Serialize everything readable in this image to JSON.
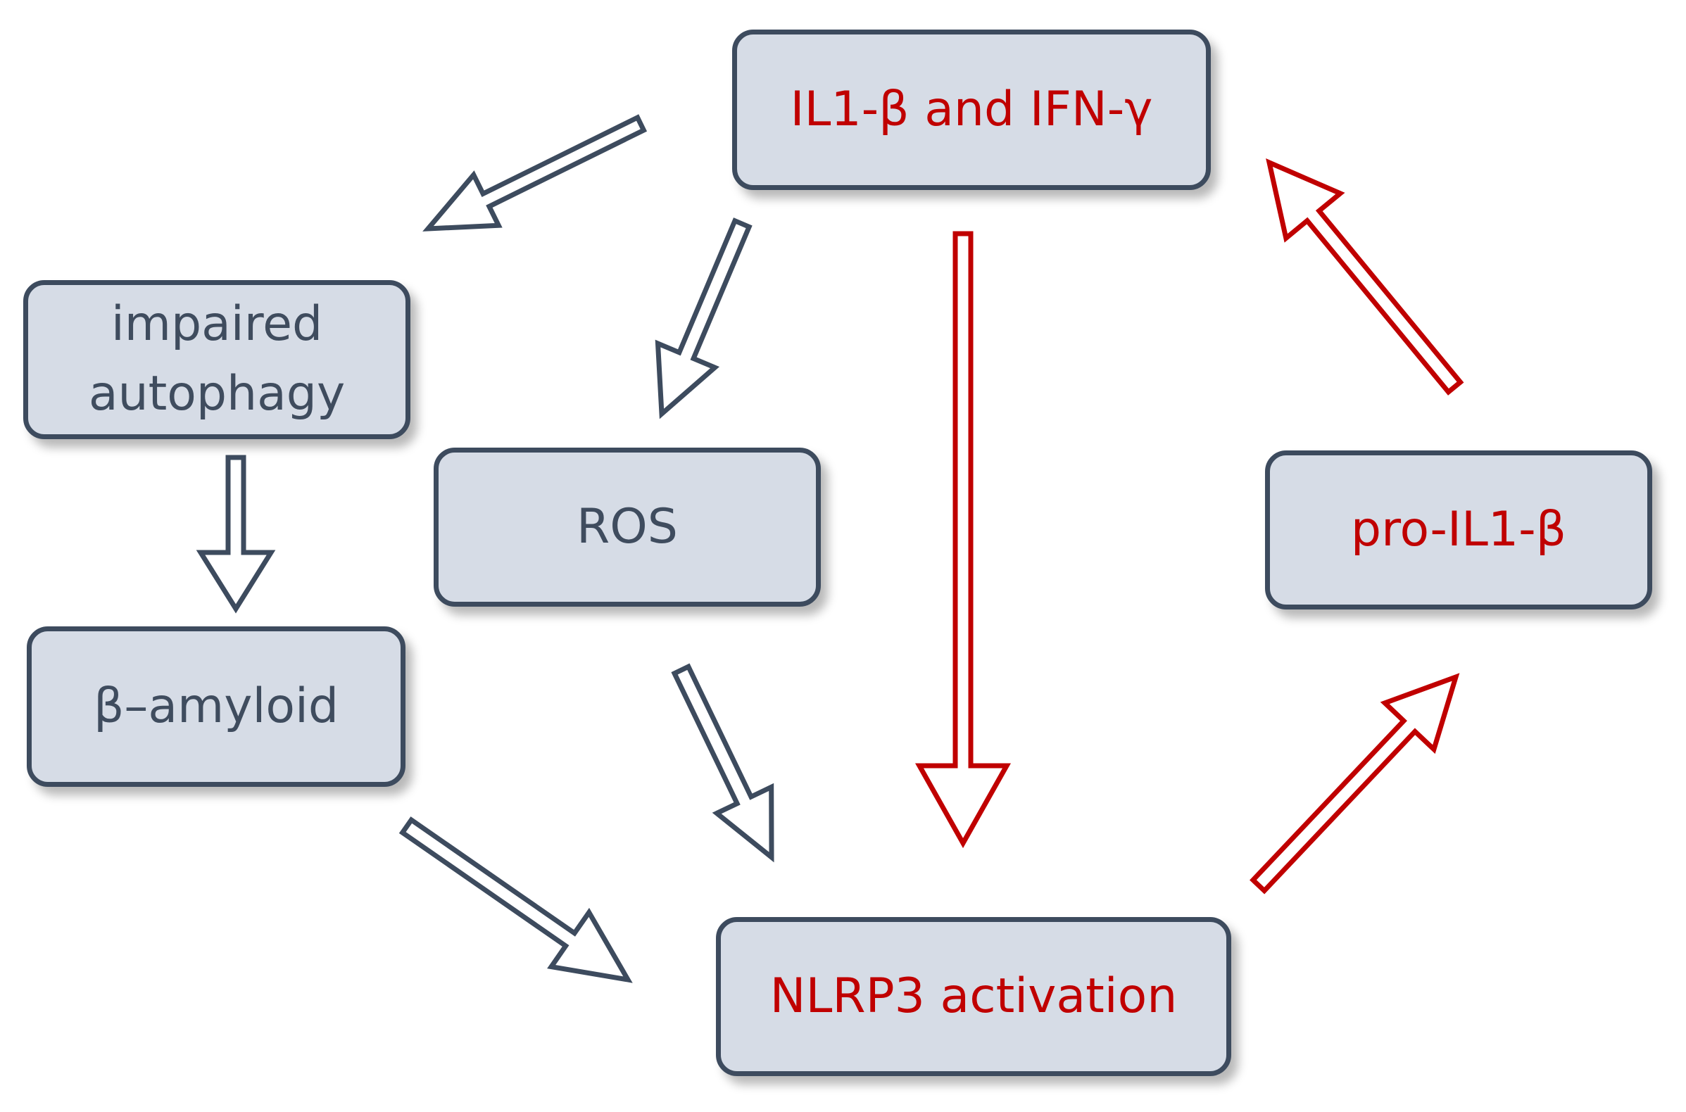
{
  "colors": {
    "box_fill": "#d6dce6",
    "box_border": "#3d4b5e",
    "dark_text": "#3f4c5e",
    "red_text": "#c00000",
    "dark_arrow": "#3d4b5e",
    "red_arrow": "#c00000"
  },
  "nodes": {
    "il1_ifn": "IL1-β and IFN-γ",
    "impaired_autophagy": "impaired\nautophagy",
    "ros": "ROS",
    "beta_amyloid": "β–amyloid",
    "nlrp3_activation": "NLRP3 activation",
    "pro_il1": "pro-IL1-β"
  },
  "arrows": [
    {
      "name": "arrow-il1-to-autophagy",
      "color": "dark"
    },
    {
      "name": "arrow-il1-to-ros",
      "color": "dark"
    },
    {
      "name": "arrow-il1-to-nlrp3",
      "color": "red"
    },
    {
      "name": "arrow-autophagy-to-amyloid",
      "color": "dark"
    },
    {
      "name": "arrow-ros-to-nlrp3",
      "color": "dark"
    },
    {
      "name": "arrow-amyloid-to-nlrp3",
      "color": "dark"
    },
    {
      "name": "arrow-nlrp3-to-pro-il1",
      "color": "red"
    },
    {
      "name": "arrow-pro-il1-to-il1",
      "color": "red"
    }
  ]
}
